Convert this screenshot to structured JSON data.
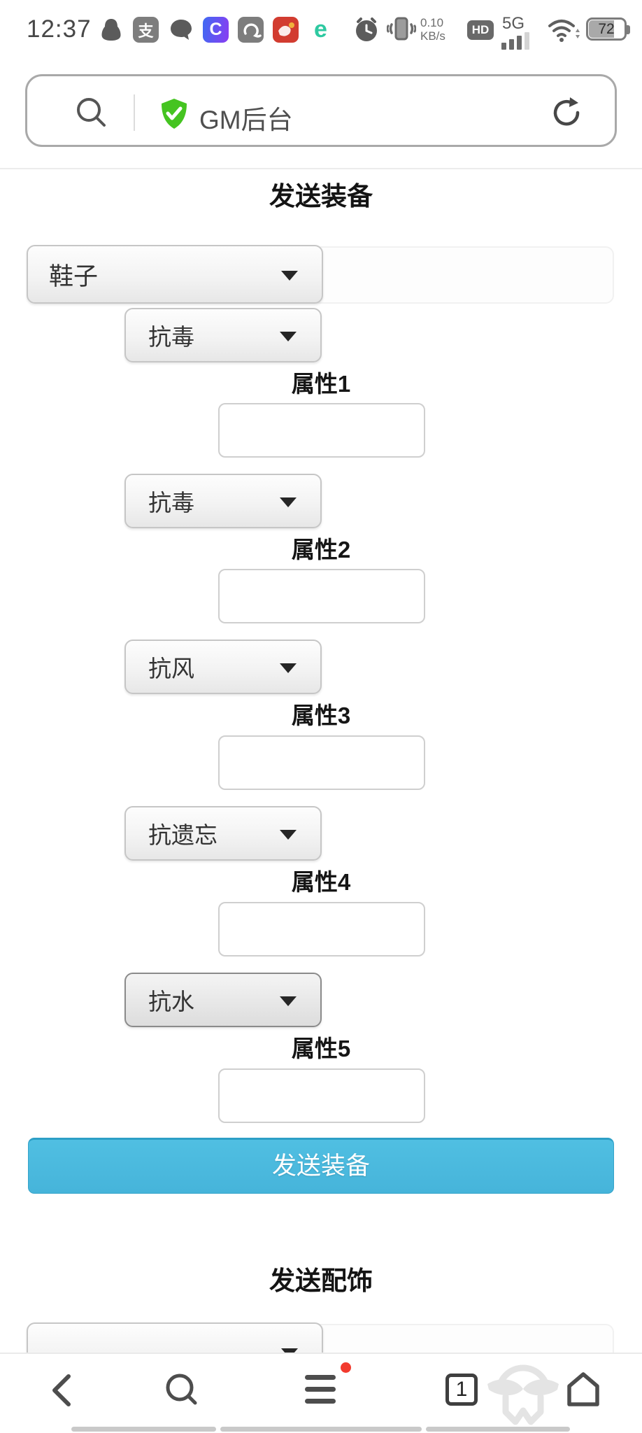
{
  "status_bar": {
    "time": "12:37",
    "icons_left": [
      "qq-icon",
      "alipay-icon",
      "message-icon",
      "c-app-icon",
      "uc-browser-icon",
      "red-app-icon",
      "explorer-icon"
    ],
    "alipay_glyph": "支",
    "c_glyph": "C",
    "e_glyph": "e",
    "network_speed_value": "0.10",
    "network_speed_unit": "KB/s",
    "hd_label": "HD",
    "network_type": "5G",
    "battery_level": "72"
  },
  "address_bar": {
    "site_title": "GM后台"
  },
  "page": {
    "section_equipment": {
      "title": "发送装备",
      "item_select_value": "鞋子",
      "groups": [
        {
          "select_value": "抗毒",
          "label": "属性1",
          "input_value": ""
        },
        {
          "select_value": "抗毒",
          "label": "属性2",
          "input_value": ""
        },
        {
          "select_value": "抗风",
          "label": "属性3",
          "input_value": ""
        },
        {
          "select_value": "抗遗忘",
          "label": "属性4",
          "input_value": ""
        },
        {
          "select_value": "抗水",
          "label": "属性5",
          "input_value": ""
        }
      ],
      "submit_label": "发送装备"
    },
    "section_accessory": {
      "title": "发送配饰"
    }
  },
  "toolbar": {
    "tab_count": "1",
    "icons": [
      "back-icon",
      "search-icon",
      "menu-icon",
      "tab-counter",
      "ghost-watermark-icon",
      "home-icon"
    ]
  },
  "colors": {
    "accent_blue": "#49b7dc",
    "shield_green": "#45c421",
    "badge_red": "#f23a2e",
    "icon_gray": "#4d4d4d",
    "border_gray": "#c6c6c6"
  }
}
